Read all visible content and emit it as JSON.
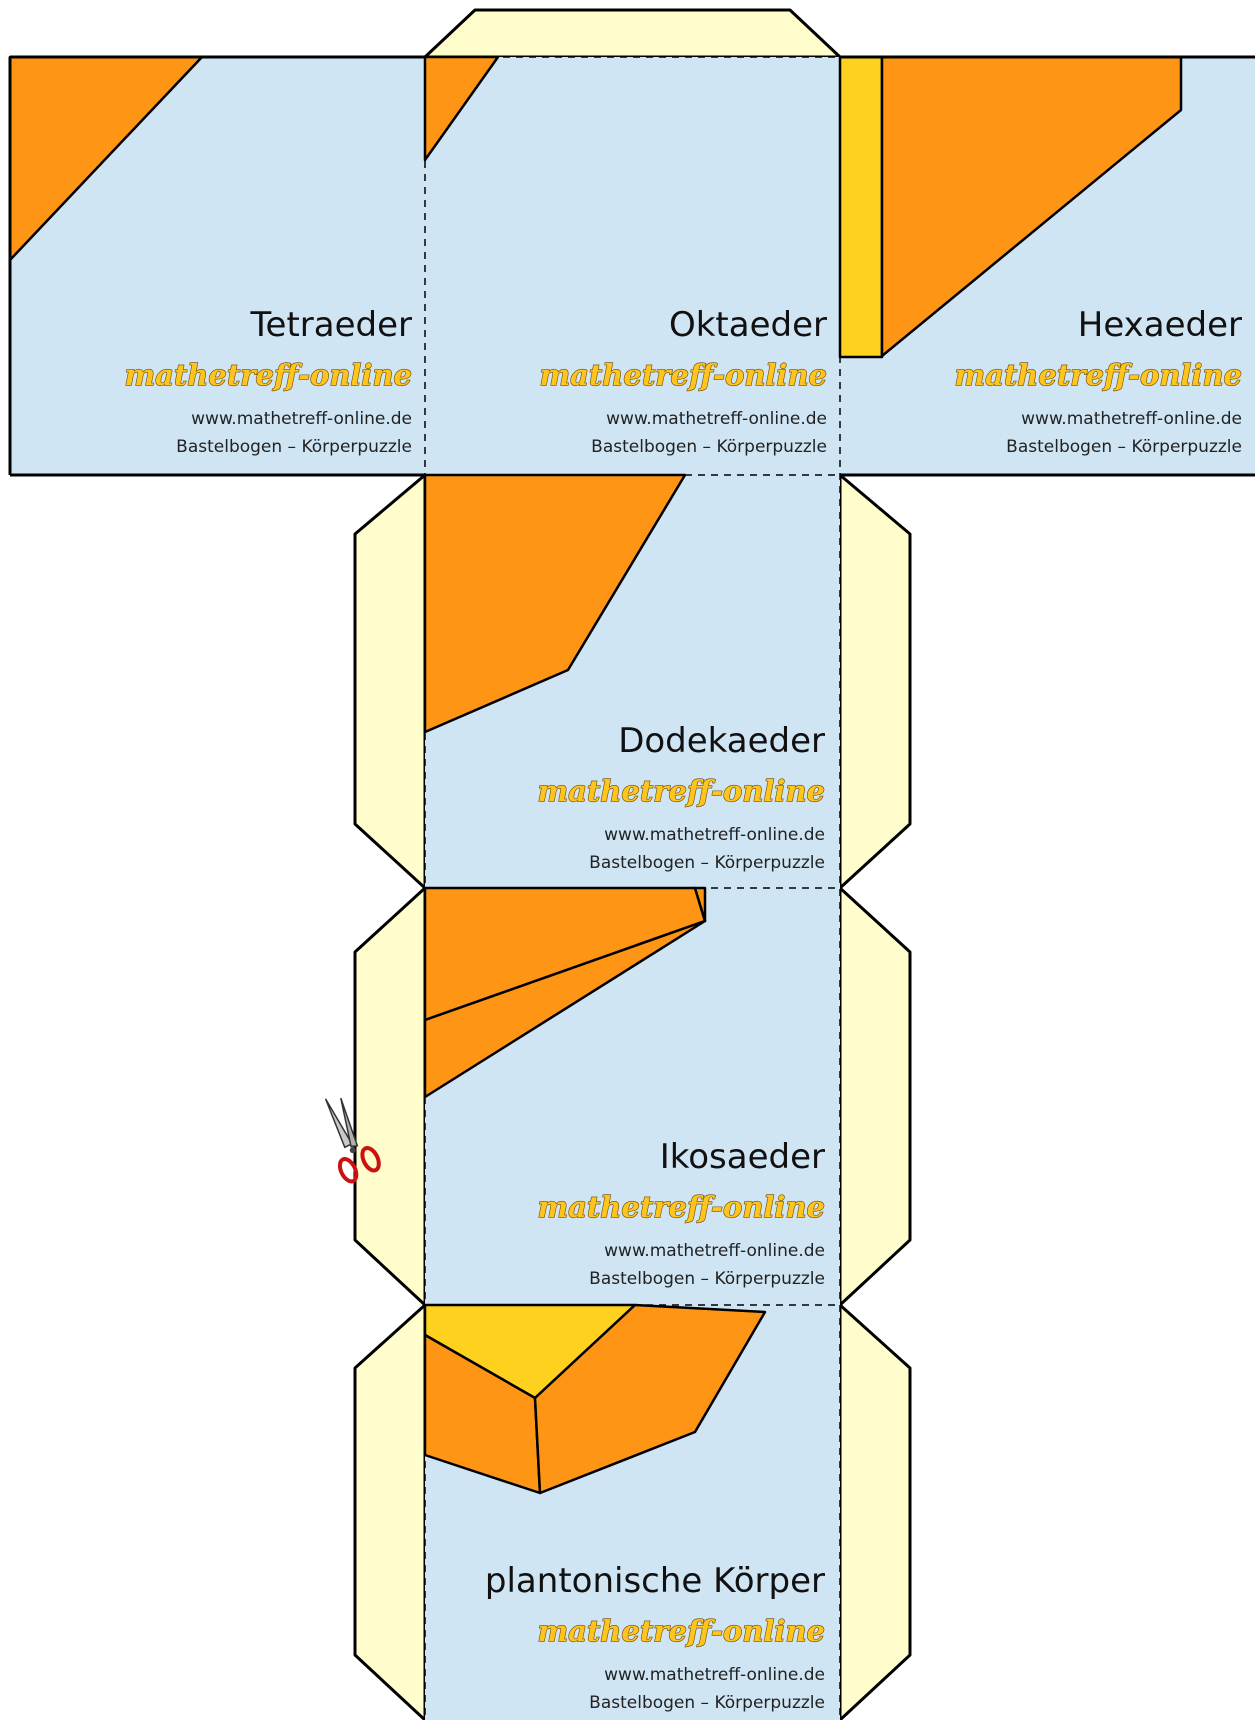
{
  "sheet": {
    "panels": [
      {
        "id": "tetraeder",
        "title": "Tetraeder",
        "brand": "mathetreff-online",
        "url": "www.mathetreff-online.de",
        "caption": "Bastelbogen – Körperpuzzle"
      },
      {
        "id": "oktaeder",
        "title": "Oktaeder",
        "brand": "mathetreff-online",
        "url": "www.mathetreff-online.de",
        "caption": "Bastelbogen – Körperpuzzle"
      },
      {
        "id": "hexaeder",
        "title": "Hexaeder",
        "brand": "mathetreff-online",
        "url": "www.mathetreff-online.de",
        "caption": "Bastelbogen – Körperpuzzle"
      },
      {
        "id": "dodekaeder",
        "title": "Dodekaeder",
        "brand": "mathetreff-online",
        "url": "www.mathetreff-online.de",
        "caption": "Bastelbogen – Körperpuzzle"
      },
      {
        "id": "ikosaeder",
        "title": "Ikosaeder",
        "brand": "mathetreff-online",
        "url": "www.mathetreff-online.de",
        "caption": "Bastelbogen – Körperpuzzle"
      },
      {
        "id": "platonisch",
        "title": "plantonische Körper",
        "brand": "mathetreff-online",
        "url": "www.mathetreff-online.de",
        "caption": "Bastelbogen – Körperpuzzle"
      }
    ],
    "icons": [
      "scissors-icon"
    ],
    "colors": {
      "panel": "#CFE5F3",
      "flap": "#FFFDCC",
      "orange": "#FF9514",
      "yellow": "#FFD11F",
      "outline": "#000000"
    }
  }
}
